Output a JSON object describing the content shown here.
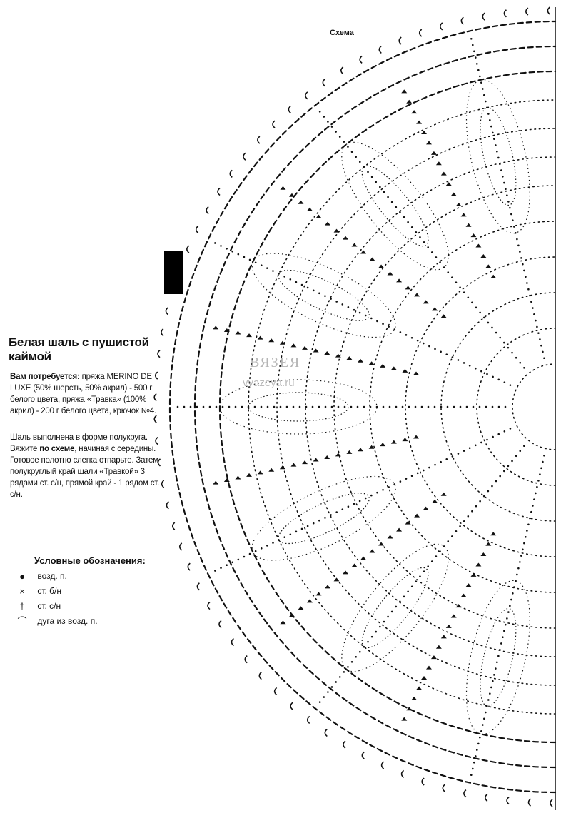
{
  "caption": "Схема",
  "title": "Белая шаль с пушистой каймой",
  "materials": {
    "label": "Вам потребуется:",
    "text": " пряжа MERINO DE LUXE (50% шерсть, 50% акрил) - 500 г белого цвета, пряжа «Травка» (100% акрил) - 200 г белого цвета, крючок №4."
  },
  "instructions": {
    "part1": "Шаль выполнена в форме полукруга. Вяжите ",
    "bold": "по схеме",
    "part2": ", начиная с середины. Готовое полотно слегка отпарьте. Затем полукруглый край шали «Травкой» 3 рядами ст. с/н, прямой край - 1 рядом ст. с/н."
  },
  "legend": {
    "heading": "Условные обозначения:",
    "items": [
      {
        "symbol": "●",
        "text": "= возд. п."
      },
      {
        "symbol": "×",
        "text": "= ст. б/н"
      },
      {
        "symbol": "†",
        "text": "= ст. с/н"
      },
      {
        "symbol": "⌒",
        "text": "= дуга из возд. п."
      }
    ]
  },
  "watermark": {
    "line1": "ВЯЗЕЯ",
    "line2": "vyazeya.ru"
  }
}
